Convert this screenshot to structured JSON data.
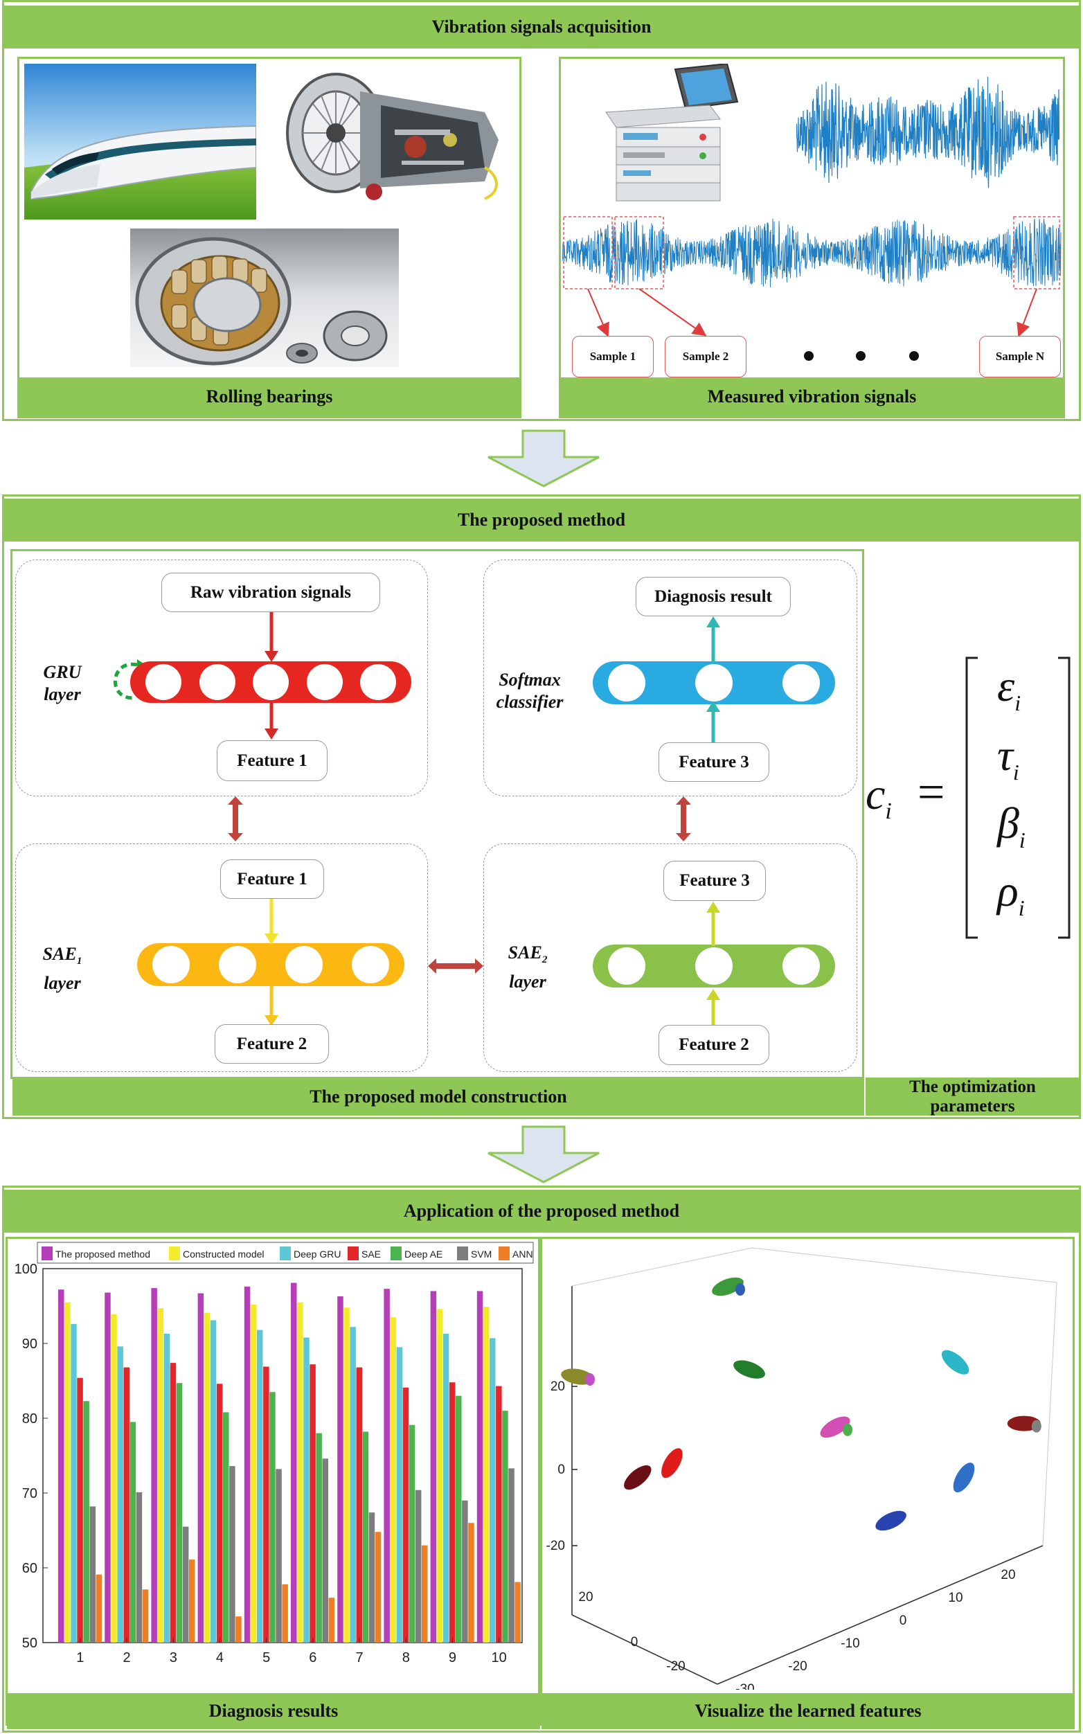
{
  "sections": {
    "acquisition": {
      "title": "Vibration signals acquisition",
      "left_label": "Rolling bearings",
      "right_label": "Measured vibration signals",
      "samples": [
        "Sample 1",
        "Sample 2",
        "Sample N"
      ]
    },
    "method": {
      "title": "The proposed method",
      "construction_label": "The proposed model construction",
      "optimization_label_line1": "The optimization",
      "optimization_label_line2": "parameters",
      "gru": {
        "label_line1": "GRU",
        "label_line2": "layer",
        "input": "Raw vibration signals",
        "output": "Feature 1"
      },
      "softmax": {
        "label_line1": "Softmax",
        "label_line2": "classifier",
        "input": "Feature 3",
        "output": "Diagnosis result"
      },
      "sae1": {
        "label_line1": "SAE",
        "label_sub": "1",
        "label_line2": "layer",
        "input": "Feature 1",
        "output": "Feature 2"
      },
      "sae2": {
        "label_line1": "SAE",
        "label_sub": "2",
        "label_line2": "layer",
        "input": "Feature 2",
        "output": "Feature 3"
      },
      "equation": {
        "lhs": "c",
        "lhs_sub": "i",
        "equals": "=",
        "vector": [
          "ε",
          "τ",
          "β",
          "ρ"
        ],
        "vector_sub": "i"
      }
    },
    "application": {
      "title": "Application of the proposed method",
      "left_label": "Diagnosis results",
      "right_label": "Visualize the learned features"
    }
  },
  "chart_data": [
    {
      "type": "bar",
      "categories": [
        "1",
        "2",
        "3",
        "4",
        "5",
        "6",
        "7",
        "8",
        "9",
        "10"
      ],
      "ylim": [
        50,
        100
      ],
      "yticks": [
        "50",
        "60",
        "70",
        "80",
        "90",
        "100"
      ],
      "legend_position": "top",
      "series": [
        {
          "name": "The proposed method",
          "color": "#b43fb8",
          "values": [
            97.2,
            96.8,
            97.4,
            96.7,
            97.6,
            98.1,
            96.3,
            97.3,
            97.0,
            97.0
          ]
        },
        {
          "name": "Constructed model",
          "color": "#f4ea2c",
          "values": [
            95.5,
            93.9,
            94.7,
            94.1,
            95.2,
            95.5,
            94.8,
            93.5,
            94.6,
            94.9
          ]
        },
        {
          "name": "Deep GRU",
          "color": "#5ec7d6",
          "values": [
            92.6,
            89.6,
            91.3,
            93.1,
            91.8,
            90.8,
            92.2,
            89.5,
            91.3,
            90.7
          ]
        },
        {
          "name": "SAE",
          "color": "#e2262a",
          "values": [
            85.4,
            86.8,
            87.4,
            84.6,
            86.9,
            87.2,
            86.8,
            84.1,
            84.8,
            84.3
          ]
        },
        {
          "name": "Deep AE",
          "color": "#4cb34f",
          "values": [
            82.3,
            79.5,
            84.7,
            80.8,
            83.5,
            78.0,
            78.2,
            79.1,
            83.0,
            81.0
          ]
        },
        {
          "name": "SVM",
          "color": "#7d7d7d",
          "values": [
            68.2,
            70.1,
            65.5,
            73.6,
            73.2,
            74.6,
            67.4,
            70.4,
            69.0,
            73.3
          ]
        },
        {
          "name": "ANN",
          "color": "#ee7e26",
          "values": [
            59.1,
            57.1,
            61.1,
            53.5,
            57.8,
            56.0,
            64.8,
            63.0,
            66.0,
            58.1
          ]
        }
      ]
    },
    {
      "type": "scatter",
      "title": "",
      "projection": "3d",
      "axis_ticks": {
        "vertical": [
          "20",
          "0",
          "-20"
        ],
        "depth": [
          "20",
          "0",
          "-20"
        ],
        "horizontal": [
          "-30",
          "-20",
          "-10",
          "0",
          "10",
          "20"
        ]
      },
      "clusters": [
        {
          "color": "#3c9a3a",
          "x": 0.25,
          "y": 0.05,
          "accent": "#2e5fb8"
        },
        {
          "color": "#2cb7c9",
          "x": 0.78,
          "y": 0.26
        },
        {
          "color": "#8a8a2a",
          "x": -0.1,
          "y": 0.3,
          "accent": "#c050c8"
        },
        {
          "color": "#227e2a",
          "x": 0.3,
          "y": 0.28
        },
        {
          "color": "#d44fb4",
          "x": 0.5,
          "y": 0.44,
          "accent": "#4cae4c"
        },
        {
          "color": "#8b1a1a",
          "x": 0.94,
          "y": 0.43,
          "accent": "#808080"
        },
        {
          "color": "#e01b1b",
          "x": 0.12,
          "y": 0.54
        },
        {
          "color": "#6a0f14",
          "x": 0.04,
          "y": 0.58
        },
        {
          "color": "#2e6fc8",
          "x": 0.8,
          "y": 0.58
        },
        {
          "color": "#2743b0",
          "x": 0.63,
          "y": 0.7
        }
      ]
    }
  ]
}
